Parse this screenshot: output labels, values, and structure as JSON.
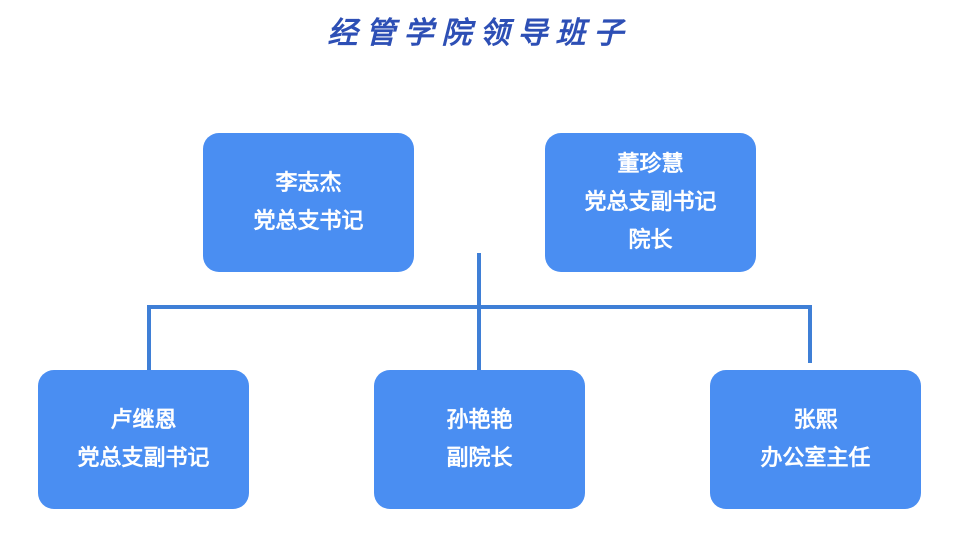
{
  "title": "经管学院领导班子",
  "colors": {
    "box": "#4a8ef2",
    "connector": "#3f7fd6",
    "title": "#2d4fb5"
  },
  "nodes": {
    "li": {
      "line1": "李志杰",
      "line2": "党总支书记"
    },
    "dong": {
      "line1": "董珍慧",
      "line2": "党总支副书记",
      "line3": "院长"
    },
    "lu": {
      "line1": "卢继恩",
      "line2": "党总支副书记"
    },
    "sun": {
      "line1": "孙艳艳",
      "line2": "副院长"
    },
    "zhang": {
      "line1": "张熙",
      "line2": "办公室主任"
    }
  }
}
